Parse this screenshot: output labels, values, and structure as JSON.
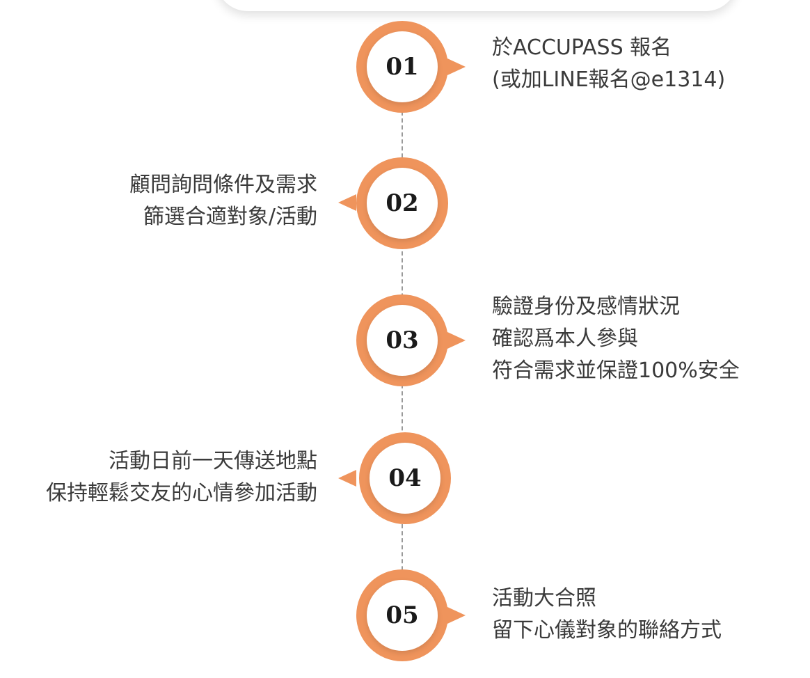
{
  "steps": [
    {
      "number": "01",
      "lines": [
        "於ACCUPASS 報名",
        "(或加LINE報名@e1314)"
      ]
    },
    {
      "number": "02",
      "lines": [
        "顧問詢問條件及需求",
        "篩選合適對象/活動"
      ]
    },
    {
      "number": "03",
      "lines": [
        "驗證身份及感情狀況",
        "確認爲本人參與",
        "符合需求並保證100%安全"
      ]
    },
    {
      "number": "04",
      "lines": [
        "活動日前一天傳送地點",
        "保持輕鬆交友的心情參加活動"
      ]
    },
    {
      "number": "05",
      "lines": [
        "活動大合照",
        "留下心儀對象的聯絡方式"
      ]
    }
  ],
  "colors": {
    "accent": "#ef945c",
    "text": "#3a3a3a",
    "line": "#9a9a9a"
  }
}
